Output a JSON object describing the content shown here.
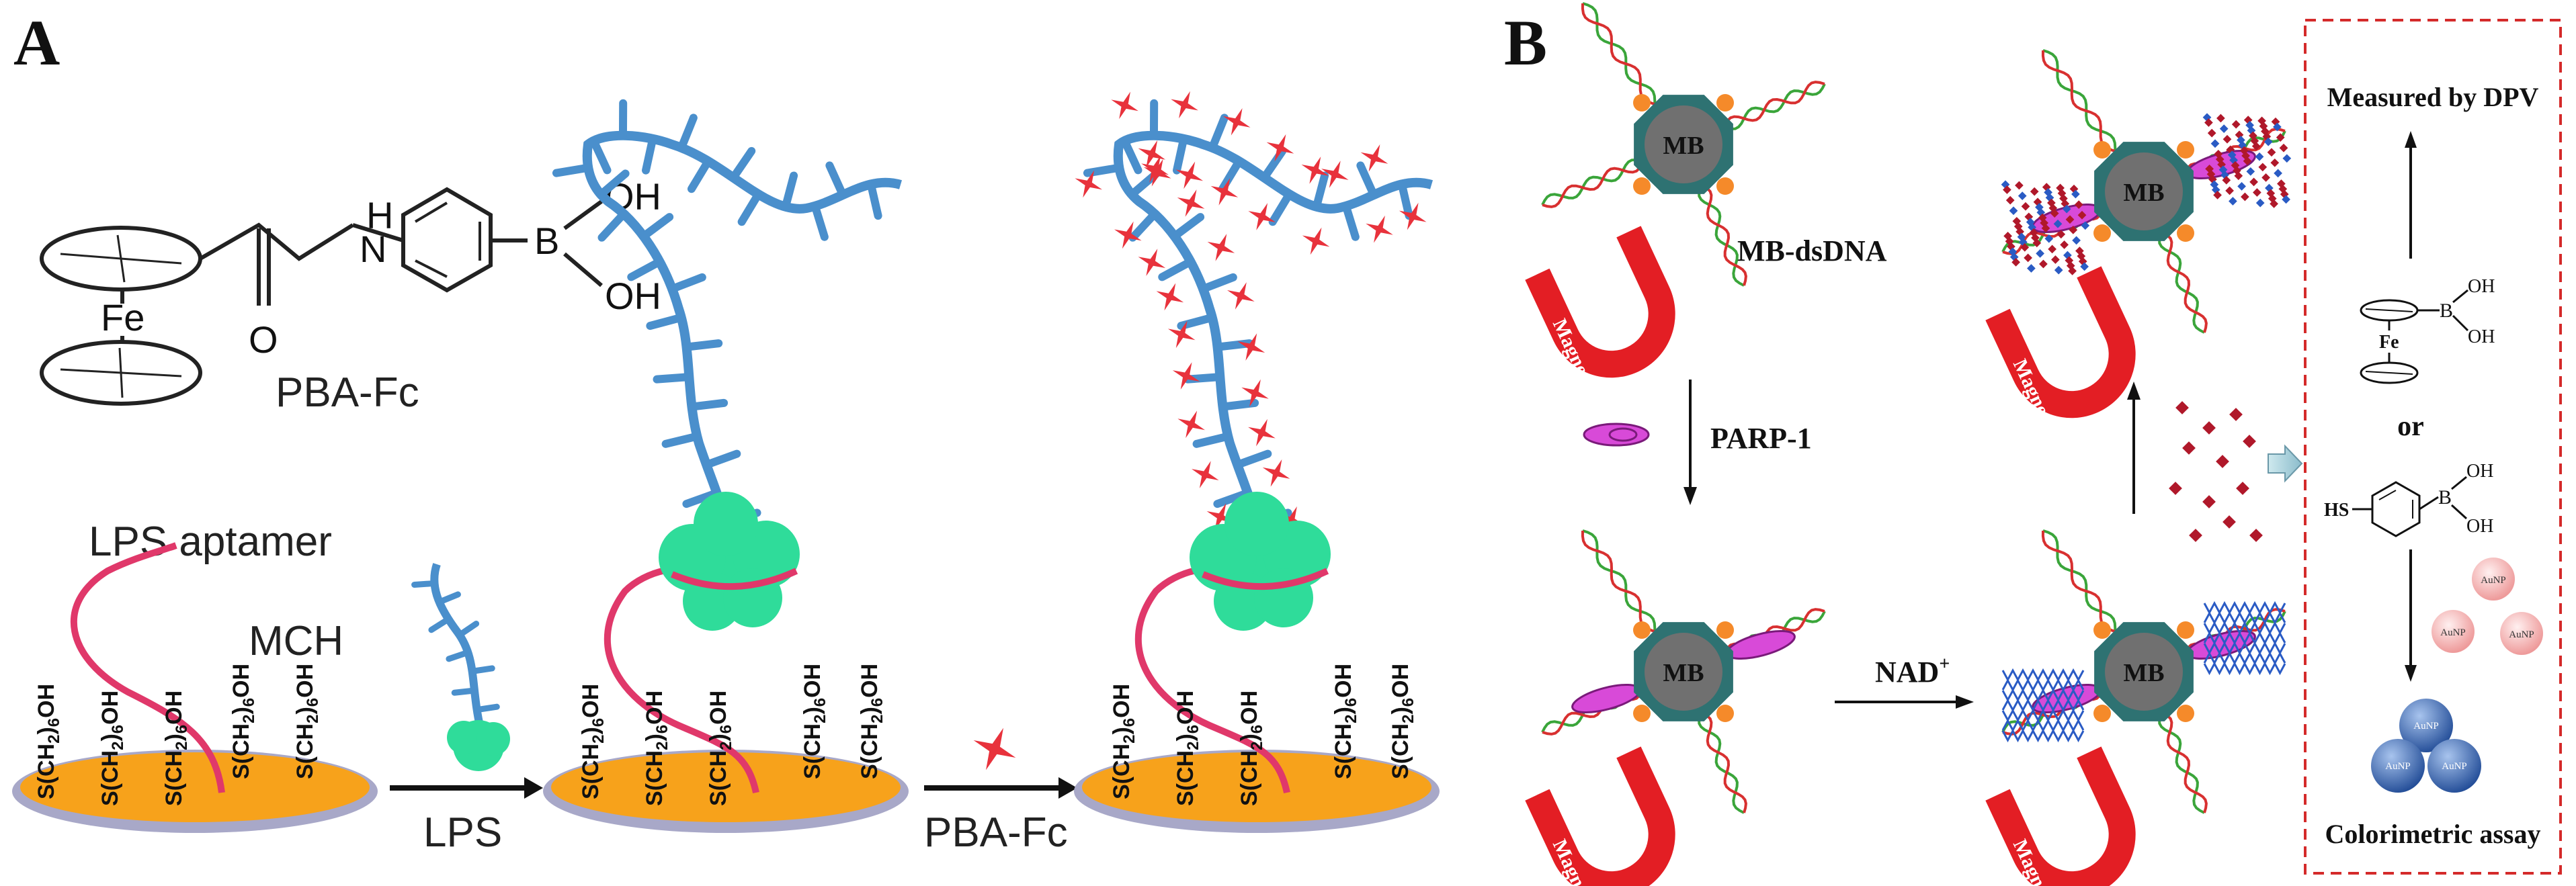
{
  "panel_a": {
    "letter": "A",
    "pba_fc_label": "PBA-Fc",
    "lps_aptamer_label": "LPS aptamer",
    "mch_label": "MCH",
    "arrow_lps_label": "LPS",
    "arrow_pbafc_label": "PBA-Fc",
    "chem": {
      "oh_top": "OH",
      "oh_bottom": "OH",
      "boron": "B",
      "nh": "H",
      "n": "N",
      "oxygen": "O",
      "iron": "Fe"
    },
    "thiol_prefix": "S(CH",
    "thiol_sub2": "2",
    "thiol_mid": ")",
    "thiol_sub6": "6",
    "thiol_suffix": "OH"
  },
  "panel_b": {
    "letter": "B",
    "mb_label": "MB",
    "mb_dsdna_label": "MB-dsDNA",
    "parp_label": "PARP-1",
    "nad_label": "NAD",
    "nad_sup": "+",
    "magnet_label": "Magnet",
    "measured_label": "Measured by DPV",
    "or_label": "or",
    "colorimetric_label": "Colorimetric assay",
    "hs_label": "HS",
    "oh_label": "OH",
    "b_label": "B",
    "fe_label": "Fe",
    "aunp_label": "AuNP"
  },
  "colors": {
    "electrode": "#f7a21b",
    "electrode_rim": "#a8a8c8",
    "aptamer": "#e0386a",
    "lps": "#4a8fcc",
    "lps_core": "#2fdc9a",
    "star": "#e8323c",
    "mb_fill": "#707070",
    "mb_ring": "#2e7272",
    "dot": "#f58a2a",
    "magnet": "#e31e24",
    "dna_green": "#3aa53a",
    "dna_red": "#d83030",
    "parp": "#d84ad8",
    "par_blue": "#2a5bc4",
    "nad_red": "#b0182a",
    "aunp_pink": "#f2a8a8",
    "aunp_blue": "#3f6db5",
    "dashed_box": "#d42a2a"
  }
}
